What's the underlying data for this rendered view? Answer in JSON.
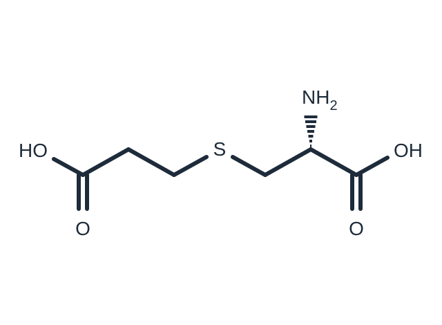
{
  "molecule": {
    "atoms": {
      "left_hydroxyl": "HO",
      "left_carbonyl_oxygen": "O",
      "sulfur": "S",
      "amine": "NH",
      "amine_subscript": "2",
      "right_hydroxyl": "OH",
      "right_carbonyl_oxygen": "O"
    },
    "colors": {
      "ink": "#1d2b3a",
      "background": "#ffffff"
    }
  }
}
